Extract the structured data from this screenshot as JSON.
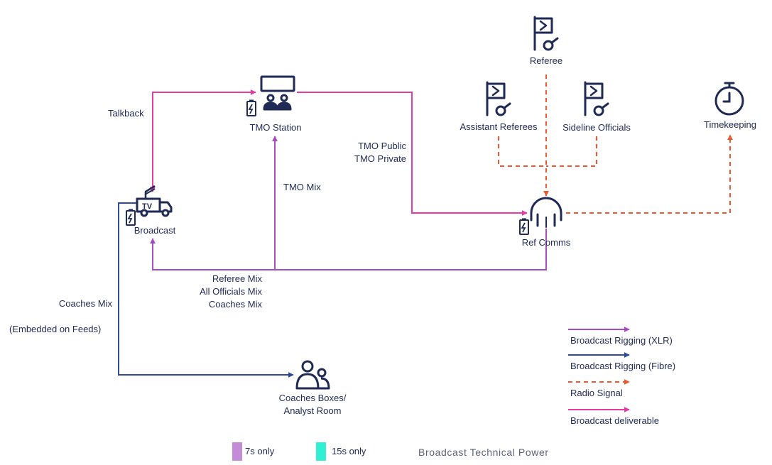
{
  "nodes": {
    "referee": "Referee",
    "assistant_referees": "Assistant Referees",
    "sideline_officials": "Sideline Officials",
    "timekeeping": "Timekeeping",
    "tmo_station": "TMO Station",
    "broadcast": "Broadcast",
    "ref_comms": "Ref Comms",
    "coaches_boxes_line1": "Coaches Boxes/",
    "coaches_boxes_line2": "Analyst Room"
  },
  "links": {
    "talkback": "Talkback",
    "tmo_public": "TMO Public",
    "tmo_private": "TMO Private",
    "tmo_mix": "TMO Mix",
    "referee_mix": "Referee Mix",
    "all_officials_mix": "All Officials Mix",
    "coaches_mix_center": "Coaches Mix",
    "coaches_mix_left": "Coaches Mix",
    "embedded_on_feeds": "(Embedded on Feeds)"
  },
  "legend": {
    "items": [
      {
        "label": "Broadcast Rigging (XLR)",
        "color": "#a64bc4",
        "style": "solid"
      },
      {
        "label": "Broadcast Rigging (Fibre)",
        "color": "#2f4b9c",
        "style": "solid"
      },
      {
        "label": "Radio Signal",
        "color": "#f0572e",
        "style": "dashed"
      },
      {
        "label": "Broadcast deliverable",
        "color": "#e63ca0",
        "style": "solid"
      }
    ]
  },
  "footer": {
    "swatch_7s_label": "7s only",
    "swatch_7s_color": "#c48bd6",
    "swatch_15s_label": "15s only",
    "swatch_15s_color": "#2ff0d2",
    "brand": "Broadcast Technical Power"
  },
  "colors": {
    "icon": "#1f2a55",
    "xlr": "#a64bc4",
    "fibre": "#2f4b9c",
    "radio": "#f0572e",
    "deliverable": "#e63ca0"
  },
  "icons": {
    "referee": "flag-whistle-icon",
    "assistant_referees": "flag-whistle-icon",
    "sideline_officials": "flag-whistle-icon",
    "timekeeping": "stopwatch-icon",
    "tmo_station": "monitor-people-icon",
    "broadcast": "tv-truck-icon",
    "ref_comms": "headset-icon",
    "coaches_boxes": "people-icon",
    "power": "battery-bolt-icon"
  }
}
